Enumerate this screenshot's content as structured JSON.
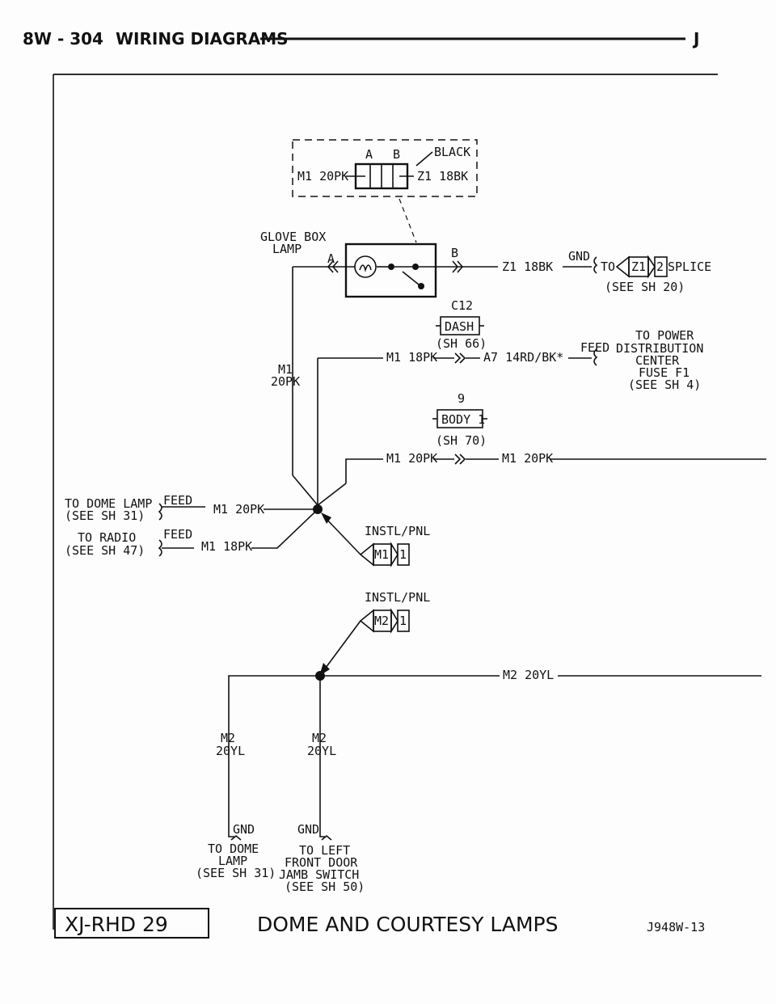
{
  "header": {
    "page": "8W - 304",
    "section": "WIRING DIAGRAMS",
    "letter": "J"
  },
  "connector_top": {
    "pin_a": "A",
    "pin_b": "B",
    "color": "BLACK",
    "left_wire": "M1 20PK",
    "right_wire": "Z1 18BK"
  },
  "lamp": {
    "name_1": "GLOVE BOX",
    "name_2": "LAMP",
    "pin_a": "A",
    "pin_b": "B"
  },
  "ground_wire": {
    "wire": "Z1 18BK",
    "type": "GND",
    "to": "TO",
    "splice_id": "Z1",
    "splice_pin": "2",
    "splice": "SPLICE",
    "ref": "(SEE SH 20)"
  },
  "c12": {
    "label": "C12",
    "name": "DASH",
    "ref": "(SH 66)"
  },
  "feed_circuit": {
    "left_wire": "M1 18PK",
    "right_wire": "A7 14RD/BK*",
    "type": "FEED",
    "dest_1": "TO POWER",
    "dest_2": "DISTRIBUTION",
    "dest_3": "CENTER",
    "dest_4": "FUSE F1",
    "ref": "(SEE SH 4)"
  },
  "m1_vertical": {
    "line1": "M1",
    "line2": "20PK"
  },
  "body_conn": {
    "label": "9",
    "name": "BODY 1",
    "ref": "(SH 70)"
  },
  "body_circuit": {
    "left_wire": "M1 20PK",
    "right_wire": "M1 20PK"
  },
  "dome_feed": {
    "to": "TO DOME LAMP",
    "ref": "(SEE SH 31)",
    "type": "FEED",
    "wire": "M1 20PK"
  },
  "radio_feed": {
    "to": "TO RADIO",
    "ref": "(SEE SH 47)",
    "type": "FEED",
    "wire": "M1 18PK"
  },
  "instl_m1": {
    "label": "INSTL/PNL",
    "id": "M1",
    "pin": "1"
  },
  "instl_m2": {
    "label": "INSTL/PNL",
    "id": "M2",
    "pin": "1"
  },
  "m2_circuit": {
    "wire": "M2 20YL"
  },
  "m2_left": {
    "line1": "M2",
    "line2": "20YL",
    "gnd": "GND",
    "to_1": "TO DOME",
    "to_2": "LAMP",
    "ref": "(SEE SH 31)"
  },
  "m2_right": {
    "line1": "M2",
    "line2": "20YL",
    "gnd": "GND",
    "to_1": "TO LEFT",
    "to_2": "FRONT DOOR",
    "to_3": "JAMB SWITCH",
    "ref": "(SEE SH 50)"
  },
  "footer": {
    "code": "XJ-RHD 29",
    "title": "DOME AND COURTESY LAMPS",
    "ref": "J948W-13"
  }
}
